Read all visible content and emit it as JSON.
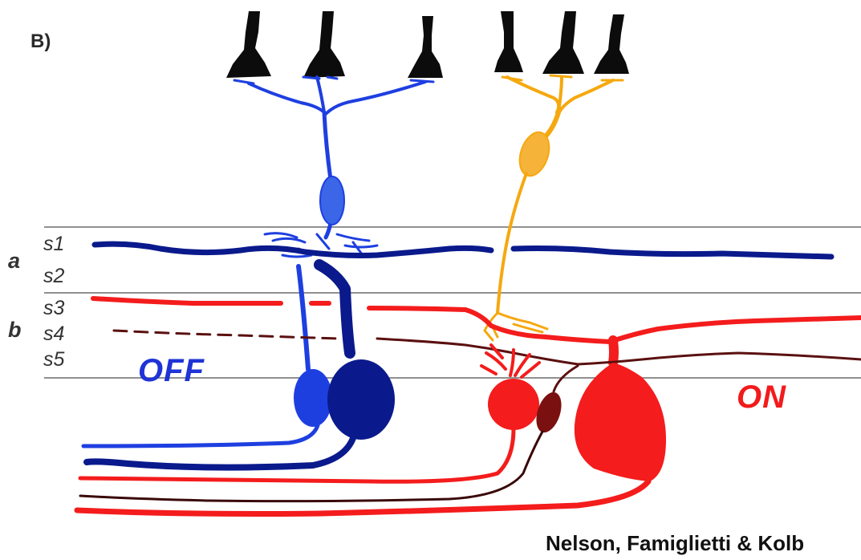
{
  "figure": {
    "panel_label": "B)",
    "sublayer_a_label": "a",
    "sublayer_b_label": "b",
    "strata": [
      "s1",
      "s2",
      "s3",
      "s4",
      "s5"
    ],
    "off_label": "OFF",
    "on_label": "ON",
    "credit": "Nelson, Famiglietti & Kolb"
  },
  "colors": {
    "off_light": "#1e3fe0",
    "off_dark": "#0a1a8c",
    "on_bipolar": "#f5a80f",
    "on_red": "#f41c1c",
    "on_dark": "#7a1010",
    "photoreceptor": "#0c0c0c",
    "boundary": "#777777"
  }
}
